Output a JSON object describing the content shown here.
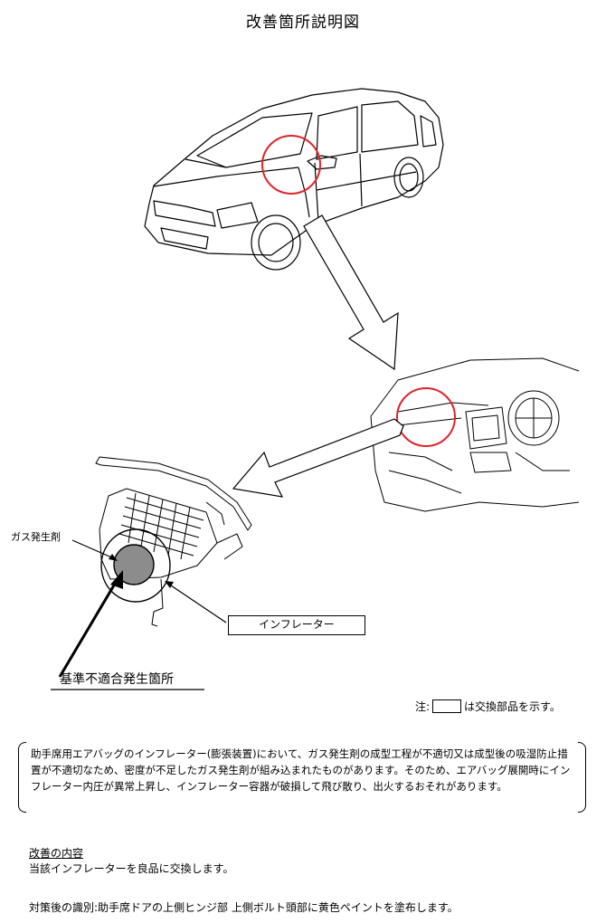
{
  "title": "改善箇所説明図",
  "labels": {
    "gas_generator": "ガス発生剤",
    "inflator": "インフレーター",
    "defect_location": "基準不適合発生箇所"
  },
  "note": {
    "prefix": "注:",
    "suffix": "は交換部品を示す。"
  },
  "description": "助手席用エアバッグのインフレーター(膨張装置)において、ガス発生剤の成型工程が不適切又は成型後の吸湿防止措置が不適切なため、密度が不足したガス発生剤が組み込まれたものがあります。そのため、エアバッグ展開時にインフレーター内圧が異常上昇し、インフレーター容器が破損して飛び散り、出火するおそれがあります。",
  "improvement": {
    "heading": "改善の内容",
    "text": "当該インフレーターを良品に交換します。"
  },
  "identification": "対策後の識別:助手席ドアの上側ヒンジ部 上側ボルト頭部に黄色ペイントを塗布します。",
  "colors": {
    "highlight_circle": "#e0242b",
    "inflator_fill": "#8c8c8c"
  }
}
